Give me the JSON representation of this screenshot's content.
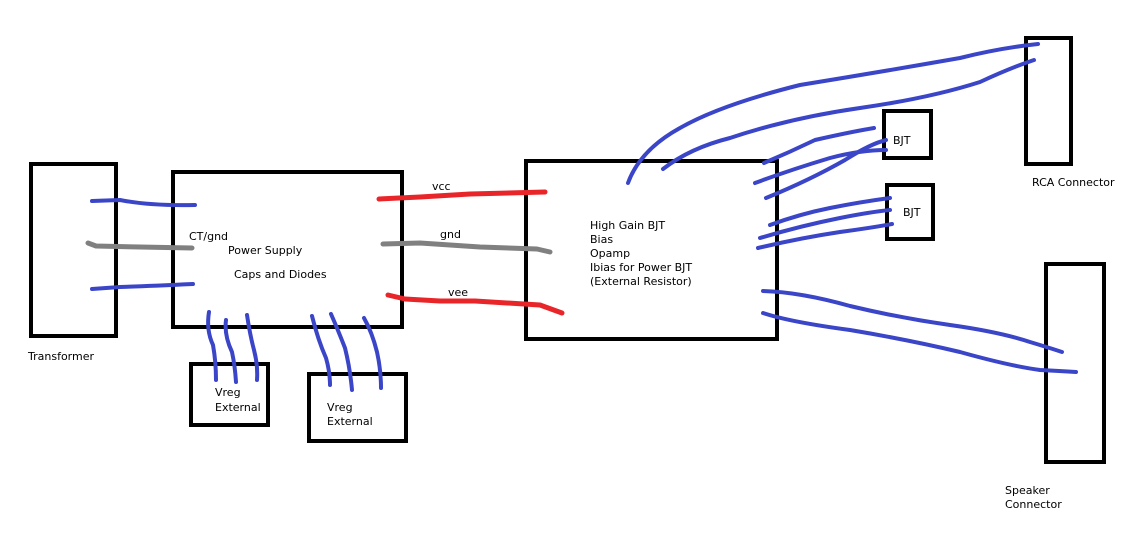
{
  "colors": {
    "wire_signal": "#3a45c8",
    "wire_vcc": "#e8262a",
    "wire_gnd": "#808080",
    "outline": "#000000",
    "background": "#ffffff"
  },
  "blocks": {
    "transformer": "Transformer",
    "power_supply_ct": "CT/gnd",
    "power_supply_title": "Power Supply",
    "power_supply_sub": "Caps and Diodes",
    "vreg_left": [
      "Vreg",
      "External"
    ],
    "vreg_right": [
      "Vreg",
      "External"
    ],
    "amplifier": [
      "High Gain BJT",
      "Bias",
      "Opamp",
      "Ibias for Power BJT",
      "(External Resistor)"
    ],
    "bjt_top": "BJT",
    "bjt_bottom": "BJT",
    "rca": "RCA Connector",
    "speaker": [
      "Speaker",
      "Connector"
    ]
  },
  "rails": {
    "vcc": "vcc",
    "gnd": "gnd",
    "vee": "vee"
  }
}
